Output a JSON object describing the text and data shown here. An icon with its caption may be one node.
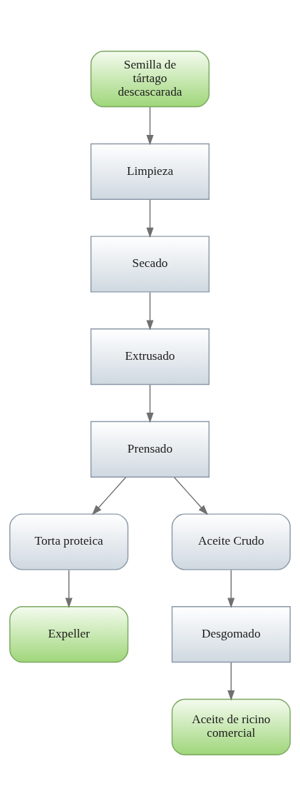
{
  "diagram": {
    "nodes": [
      {
        "text": [
          "Semilla de tártago descascarada"
        ]
      },
      {
        "text": [
          "Limpieza"
        ]
      },
      {
        "text": [
          "Secado"
        ]
      },
      {
        "text": [
          "Extrusado"
        ]
      },
      {
        "text": [
          "Prensado"
        ]
      },
      {
        "text": [
          "Torta proteica"
        ]
      },
      {
        "text": [
          "Aceite Crudo"
        ]
      },
      {
        "text": [
          "Expeller"
        ]
      },
      {
        "text": [
          "Desgomado"
        ]
      },
      {
        "text": [
          "Aceite de ricino comercial"
        ]
      }
    ],
    "edges": [
      {
        "from": 0,
        "to": 1,
        "arrow": "to"
      },
      {
        "from": 1,
        "to": 2,
        "arrow": "to"
      },
      {
        "from": 2,
        "to": 3,
        "arrow": "to"
      },
      {
        "from": 3,
        "to": 4,
        "arrow": "to"
      },
      {
        "from": 4,
        "to": 5,
        "arrow": "to"
      },
      {
        "from": 4,
        "to": 6,
        "arrow": "to"
      },
      {
        "from": 5,
        "to": 7,
        "arrow": "to"
      },
      {
        "from": 6,
        "to": 8,
        "arrow": "to"
      },
      {
        "from": 8,
        "to": 9,
        "arrow": "to"
      }
    ]
  }
}
